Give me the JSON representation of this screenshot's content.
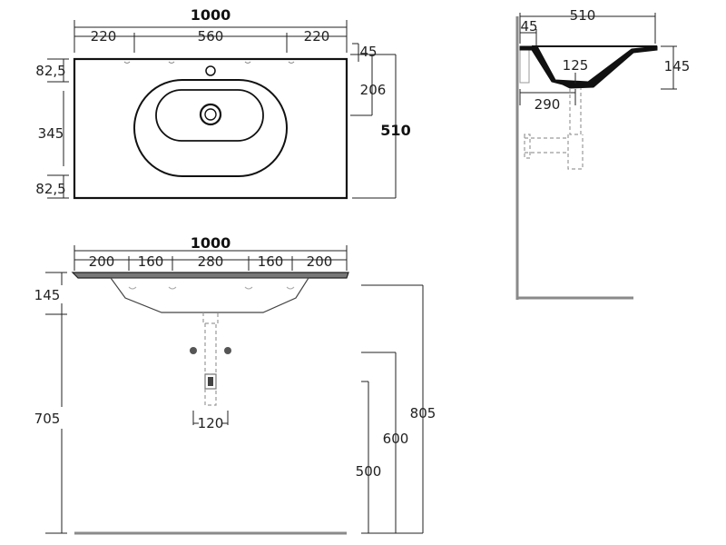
{
  "dims": {
    "top_width": "1000",
    "top_seg_left": "220",
    "top_seg_mid": "560",
    "top_seg_right": "220",
    "top_side_45": "45",
    "top_side_206": "206",
    "top_depth": "510",
    "top_left_a": "82,5",
    "top_left_mid": "345",
    "top_left_b": "82,5",
    "front_width": "1000",
    "front_s1": "200",
    "front_s2": "160",
    "front_s3": "280",
    "front_s4": "160",
    "front_s5": "200",
    "front_145": "145",
    "front_705": "705",
    "front_120": "120",
    "front_805": "805",
    "front_600": "600",
    "front_500": "500",
    "side_510": "510",
    "side_45": "45",
    "side_125": "125",
    "side_145": "145",
    "side_290": "290"
  }
}
